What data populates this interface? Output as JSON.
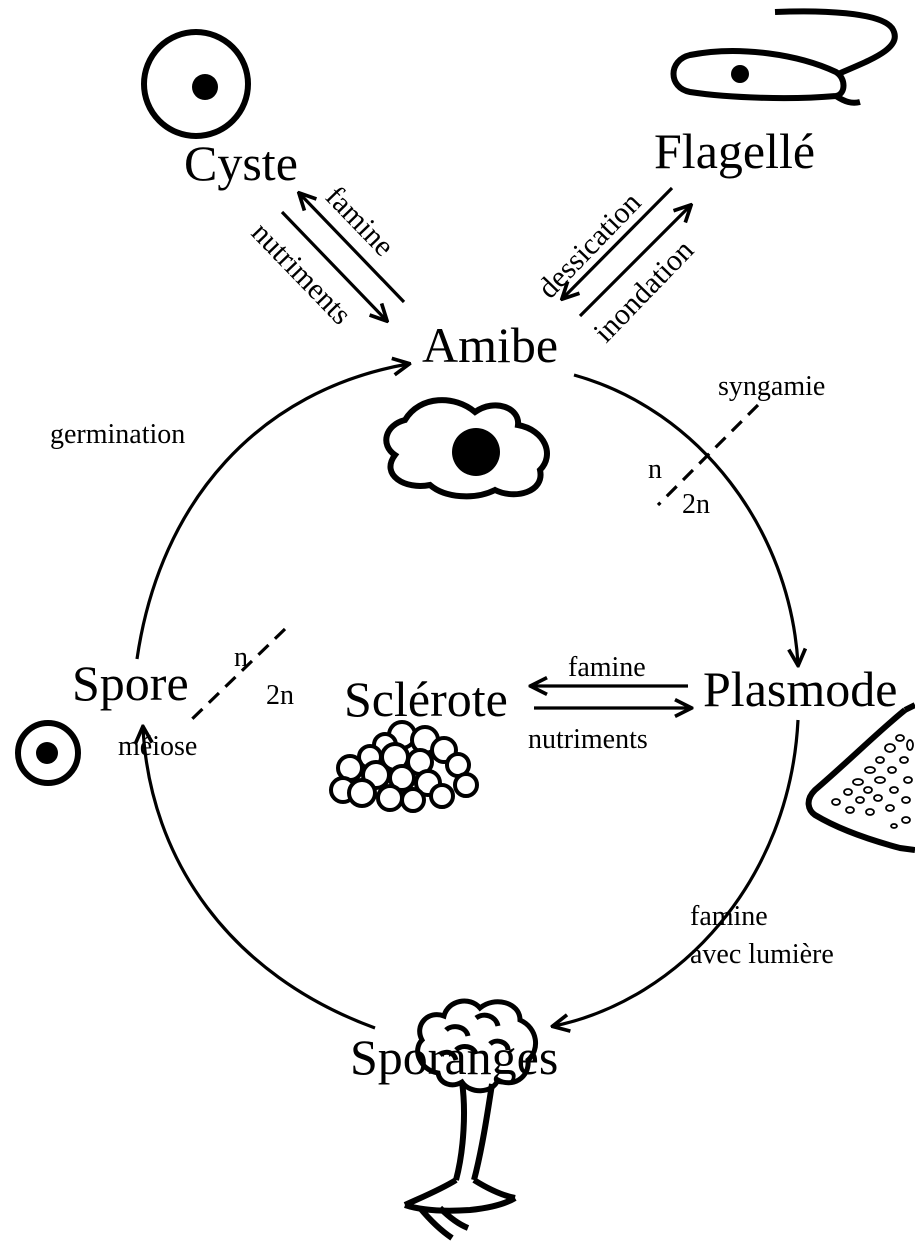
{
  "stages": {
    "cyste": "Cyste",
    "flagelle": "Flagellé",
    "amibe": "Amibe",
    "plasmode": "Plasmode",
    "sclerote": "Sclérote",
    "sporanges": "Sporanges",
    "spore": "Spore"
  },
  "transitions": {
    "famine_cyste": "famine",
    "nutriments_cyste": "nutriments",
    "dessication": "dessication",
    "inondation": "inondation",
    "syngamie": "syngamie",
    "famine_sclerote": "famine",
    "nutriments_sclerote": "nutriments",
    "famine_lumiere_1": "famine",
    "famine_lumiere_2": "avec lumière",
    "meiose": "méiose",
    "germination": "germination"
  },
  "ploidy": {
    "top_n": "n",
    "top_2n": "2n",
    "bottom_n": "n",
    "bottom_2n": "2n"
  }
}
